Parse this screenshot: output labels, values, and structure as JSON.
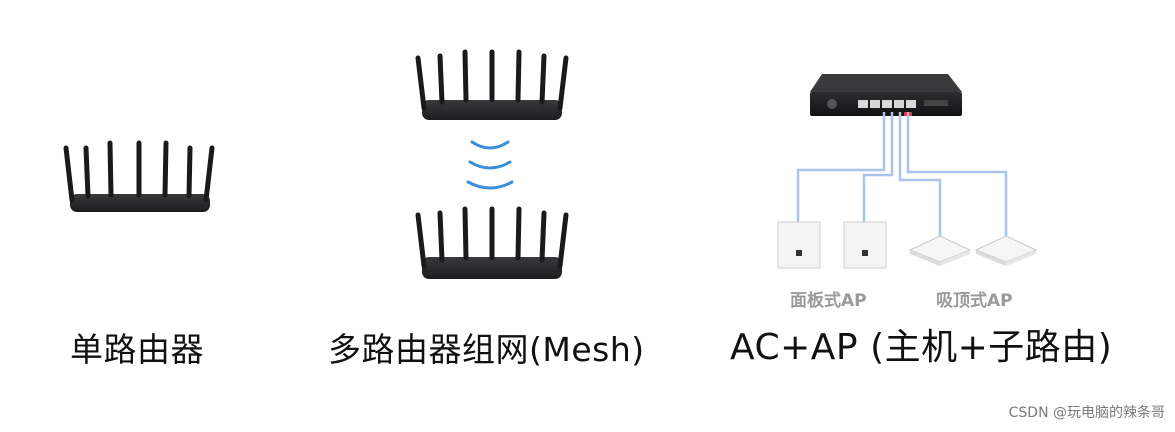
{
  "sections": [
    {
      "caption": "单路由器"
    },
    {
      "caption": "多路由器组网(Mesh)"
    },
    {
      "caption": "AC+AP (主机+子路由)",
      "ap_labels": [
        "面板式AP",
        "吸顶式AP"
      ]
    }
  ],
  "watermark": "CSDN @玩电脑的辣条哥",
  "colors": {
    "device": "#2a2a2c",
    "antenna": "#1a1a1c",
    "signal": "#3d8ed8",
    "cable": "#a9c6ea",
    "ap_body": "#f4f4f4"
  }
}
